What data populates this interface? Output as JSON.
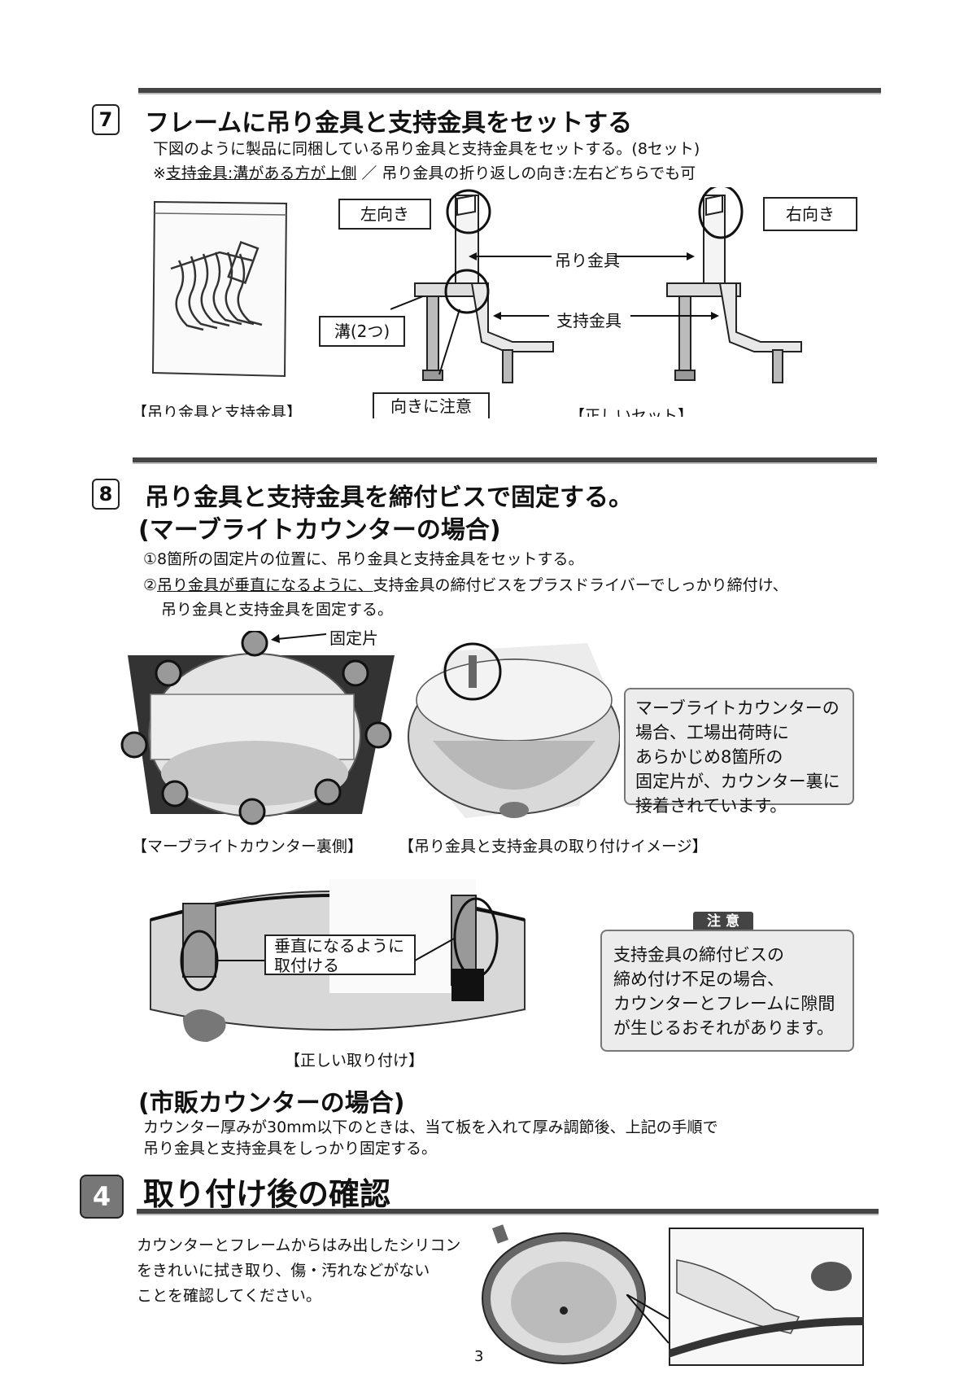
{
  "step7": {
    "num": "7",
    "title": "フレームに吊り金具と支持金具をセットする",
    "line1": "下図のように製品に同梱している吊り金具と支持金具をセットする。(8セット)",
    "line2_mark": "※",
    "line2_underlined": "支持金具:溝がある方が上側",
    "line2_rest": " ／ 吊り金具の折り返しの向き:左右どちらでも可",
    "label_left": "左向き",
    "label_right": "右向き",
    "label_hanger": "吊り金具",
    "label_support": "支持金具",
    "label_groove": "溝(2つ)",
    "label_caution_dir": "向きに注意",
    "caption_bag": "【吊り金具と支持金具】",
    "caption_correct": "【正しいセット】"
  },
  "step8": {
    "num": "8",
    "title1": "吊り金具と支持金具を締付ビスで固定する。",
    "title2": "(マーブライトカウンターの場合)",
    "item1": "①8箇所の固定片の位置に、吊り金具と支持金具をセットする。",
    "item2_pre": "②",
    "item2_underlined": "吊り金具が垂直になるように、",
    "item2_rest": "支持金具の締付ビスをプラスドライバーでしっかり締付け、",
    "item2_cont": "吊り金具と支持金具を固定する。",
    "label_fixing": "固定片",
    "note_box": [
      "マーブライトカウンターの",
      "場合、工場出荷時に",
      "あらかじめ8箇所の",
      "固定片が、カウンター裏に",
      "接着されています。"
    ],
    "caption_back": "【マーブライトカウンター裏側】",
    "caption_install": "【吊り金具と支持金具の取り付けイメージ】",
    "label_vertical": [
      "垂直になるように",
      "取付ける"
    ],
    "caution_tag": "注 意",
    "caution_box": [
      "支持金具の締付ビスの",
      "締め付け不足の場合、",
      "カウンターとフレームに隙間",
      "が生じるおそれがあります。"
    ],
    "caption_correct_install": "【正しい取り付け】",
    "commercial_title": "(市販カウンターの場合)",
    "commercial_line1": "カウンター厚みが30mm以下のときは、当て板を入れて厚み調節後、上記の手順で",
    "commercial_line2": "吊り金具と支持金具をしっかり固定する。"
  },
  "section4": {
    "num": "4",
    "title": "取り付け後の確認",
    "body": [
      "カウンターとフレームからはみ出したシリコン",
      "をきれいに拭き取り、傷・汚れなどがない",
      "ことを確認してください。"
    ]
  },
  "page_number": "3"
}
